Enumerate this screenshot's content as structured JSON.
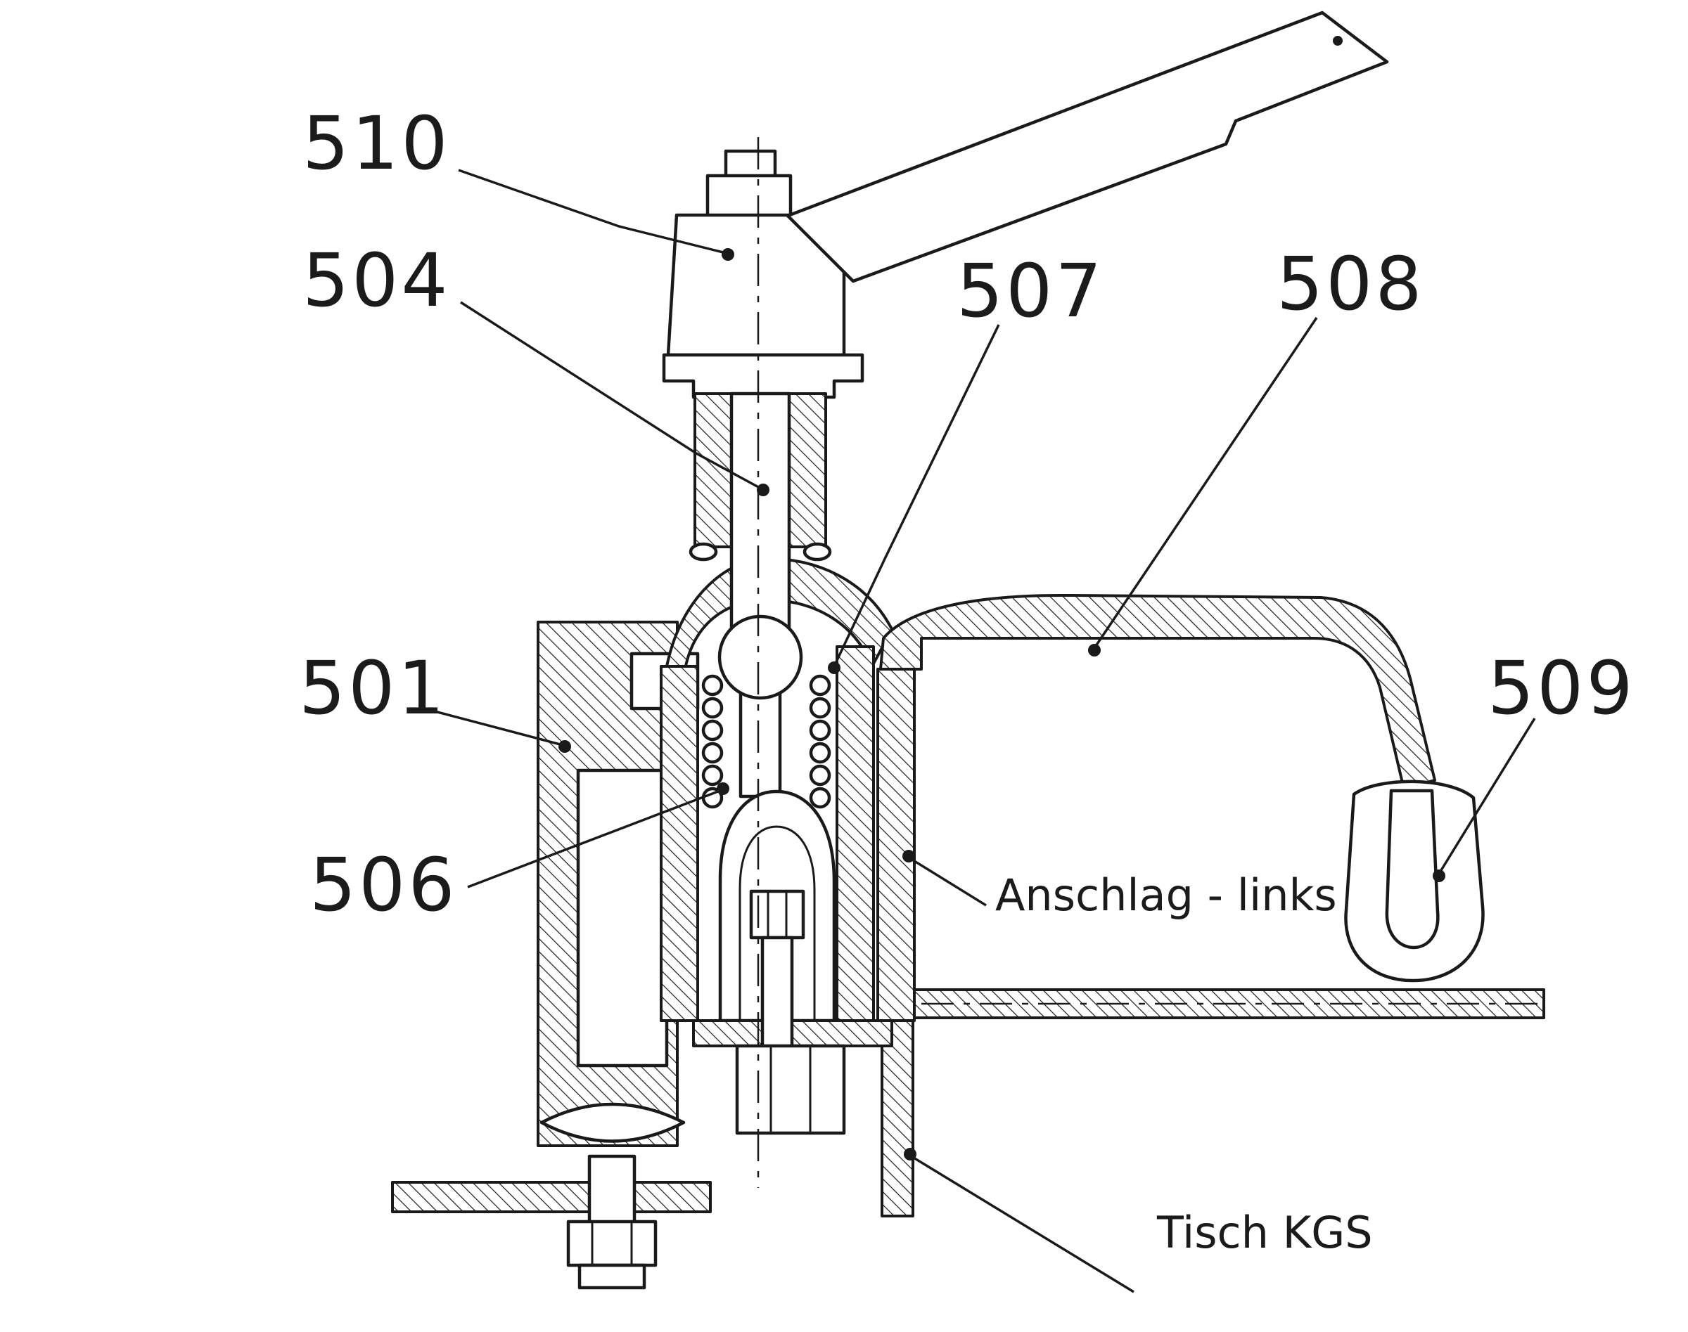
{
  "drawing": {
    "part_numbers": {
      "n510": "510",
      "n504": "504",
      "n507": "507",
      "n508": "508",
      "n501": "501",
      "n506": "506",
      "n509": "509"
    },
    "annotations": {
      "anschlag_links": "Anschlag - links",
      "tisch_kgs": "Tisch KGS"
    },
    "colors": {
      "ink": "#1a1a1a",
      "paper": "#ffffff"
    }
  }
}
